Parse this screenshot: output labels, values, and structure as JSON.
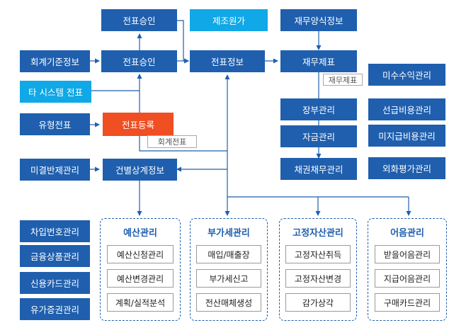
{
  "nodes": {
    "approval_top": "전표승인",
    "mfg_cost": "제조원가",
    "fin_form_info": "재무양식정보",
    "acct_std_info": "회계기준정보",
    "approval": "전표승인",
    "voucher_info": "전표정보",
    "fin_statement": "재무제표",
    "other_sys_voucher": "타 시스템 전표",
    "type_voucher": "유형전표",
    "voucher_register": "전표등록",
    "ledger_mgmt": "장부관리",
    "fund_mgmt": "자금관리",
    "debt_mgmt": "채권채무관리",
    "unsettled_mgmt": "미결반제관리",
    "detail_info": "건별상계정보",
    "accrued_income": "미수수익관리",
    "prepaid_exp": "선급비용관리",
    "unpaid_exp": "미지급비용관리",
    "fx_eval": "외화평가관리",
    "loan_no": "차입번호관리",
    "fin_product": "금융상품관리",
    "credit_card": "신용카드관리",
    "securities": "유가증권관리"
  },
  "tags": {
    "fin_statement_tag": "재무제표",
    "acct_voucher_tag": "회계전표"
  },
  "groups": [
    {
      "title": "예산관리",
      "items": [
        "예산신청관리",
        "예산변경관리",
        "계획/실적분석"
      ]
    },
    {
      "title": "부가세관리",
      "items": [
        "매입/매출장",
        "부가세신고",
        "전산매체생성"
      ]
    },
    {
      "title": "고정자산관리",
      "items": [
        "고정자산취득",
        "고정자산변경",
        "감가상각"
      ]
    },
    {
      "title": "어음관리",
      "items": [
        "받을어음관리",
        "지급어음관리",
        "구매카드관리"
      ]
    }
  ],
  "colors": {
    "primary": "#1f5fae",
    "highlight": "#10a8e6",
    "accent": "#f04e23",
    "line": "#1f5fae"
  }
}
